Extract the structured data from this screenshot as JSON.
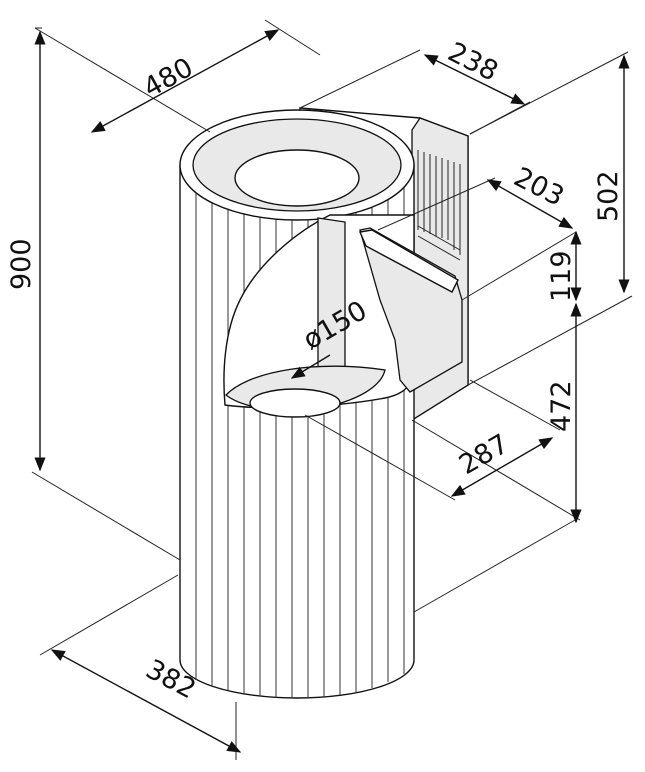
{
  "dimensions": {
    "depth": "480",
    "motor_depth": "238",
    "total_height": "900",
    "motor_height": "502",
    "motor_width": "203",
    "outlet_height": "119",
    "diameter": "ø150",
    "lower_height": "472",
    "offset": "287",
    "base_diameter": "382"
  },
  "colors": {
    "line": "#111111",
    "shade": "#e9e9e9",
    "background": "#ffffff"
  }
}
